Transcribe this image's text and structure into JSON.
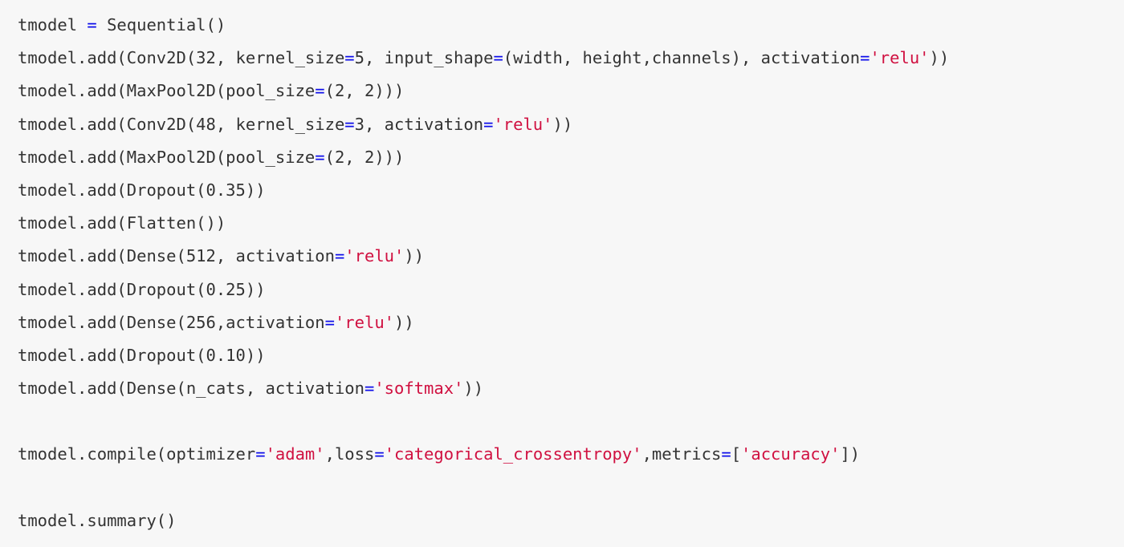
{
  "editor": {
    "language": "python",
    "background_color": "#f7f7f7",
    "text_color": "#333333",
    "operator_color": "#0d0dea",
    "string_color": "#d01040"
  },
  "code": {
    "lines": [
      {
        "index": 1,
        "text": "tmodel = Sequential()",
        "tokens": [
          {
            "t": "tmodel ",
            "k": "plain"
          },
          {
            "t": "=",
            "k": "op"
          },
          {
            "t": " Sequential()",
            "k": "plain"
          }
        ]
      },
      {
        "index": 2,
        "text": "tmodel.add(Conv2D(32, kernel_size=5, input_shape=(width, height,channels), activation='relu'))",
        "tokens": [
          {
            "t": "tmodel.add(Conv2D(32, kernel_size",
            "k": "plain"
          },
          {
            "t": "=",
            "k": "op"
          },
          {
            "t": "5, input_shape",
            "k": "plain"
          },
          {
            "t": "=",
            "k": "op"
          },
          {
            "t": "(width, height,channels), activation",
            "k": "plain"
          },
          {
            "t": "=",
            "k": "op"
          },
          {
            "t": "'relu'",
            "k": "str"
          },
          {
            "t": "))",
            "k": "plain"
          }
        ]
      },
      {
        "index": 3,
        "text": "tmodel.add(MaxPool2D(pool_size=(2, 2)))",
        "tokens": [
          {
            "t": "tmodel.add(MaxPool2D(pool_size",
            "k": "plain"
          },
          {
            "t": "=",
            "k": "op"
          },
          {
            "t": "(2, 2)))",
            "k": "plain"
          }
        ]
      },
      {
        "index": 4,
        "text": "tmodel.add(Conv2D(48, kernel_size=3, activation='relu'))",
        "tokens": [
          {
            "t": "tmodel.add(Conv2D(48, kernel_size",
            "k": "plain"
          },
          {
            "t": "=",
            "k": "op"
          },
          {
            "t": "3, activation",
            "k": "plain"
          },
          {
            "t": "=",
            "k": "op"
          },
          {
            "t": "'relu'",
            "k": "str"
          },
          {
            "t": "))",
            "k": "plain"
          }
        ]
      },
      {
        "index": 5,
        "text": "tmodel.add(MaxPool2D(pool_size=(2, 2)))",
        "tokens": [
          {
            "t": "tmodel.add(MaxPool2D(pool_size",
            "k": "plain"
          },
          {
            "t": "=",
            "k": "op"
          },
          {
            "t": "(2, 2)))",
            "k": "plain"
          }
        ]
      },
      {
        "index": 6,
        "text": "tmodel.add(Dropout(0.35))",
        "tokens": [
          {
            "t": "tmodel.add(Dropout(0.35))",
            "k": "plain"
          }
        ]
      },
      {
        "index": 7,
        "text": "tmodel.add(Flatten())",
        "tokens": [
          {
            "t": "tmodel.add(Flatten())",
            "k": "plain"
          }
        ]
      },
      {
        "index": 8,
        "text": "tmodel.add(Dense(512, activation='relu'))",
        "tokens": [
          {
            "t": "tmodel.add(Dense(512, activation",
            "k": "plain"
          },
          {
            "t": "=",
            "k": "op"
          },
          {
            "t": "'relu'",
            "k": "str"
          },
          {
            "t": "))",
            "k": "plain"
          }
        ]
      },
      {
        "index": 9,
        "text": "tmodel.add(Dropout(0.25))",
        "tokens": [
          {
            "t": "tmodel.add(Dropout(0.25))",
            "k": "plain"
          }
        ]
      },
      {
        "index": 10,
        "text": "tmodel.add(Dense(256,activation='relu'))",
        "tokens": [
          {
            "t": "tmodel.add(Dense(256,activation",
            "k": "plain"
          },
          {
            "t": "=",
            "k": "op"
          },
          {
            "t": "'relu'",
            "k": "str"
          },
          {
            "t": "))",
            "k": "plain"
          }
        ]
      },
      {
        "index": 11,
        "text": "tmodel.add(Dropout(0.10))",
        "tokens": [
          {
            "t": "tmodel.add(Dropout(0.10))",
            "k": "plain"
          }
        ]
      },
      {
        "index": 12,
        "text": "tmodel.add(Dense(n_cats, activation='softmax'))",
        "tokens": [
          {
            "t": "tmodel.add(Dense(n_cats, activation",
            "k": "plain"
          },
          {
            "t": "=",
            "k": "op"
          },
          {
            "t": "'softmax'",
            "k": "str"
          },
          {
            "t": "))",
            "k": "plain"
          }
        ]
      },
      {
        "index": 13,
        "text": "",
        "tokens": []
      },
      {
        "index": 14,
        "text": "tmodel.compile(optimizer='adam',loss='categorical_crossentropy',metrics=['accuracy'])",
        "tokens": [
          {
            "t": "tmodel.compile(optimizer",
            "k": "plain"
          },
          {
            "t": "=",
            "k": "op"
          },
          {
            "t": "'adam'",
            "k": "str"
          },
          {
            "t": ",loss",
            "k": "plain"
          },
          {
            "t": "=",
            "k": "op"
          },
          {
            "t": "'categorical_crossentropy'",
            "k": "str"
          },
          {
            "t": ",metrics",
            "k": "plain"
          },
          {
            "t": "=",
            "k": "op"
          },
          {
            "t": "[",
            "k": "plain"
          },
          {
            "t": "'accuracy'",
            "k": "str"
          },
          {
            "t": "])",
            "k": "plain"
          }
        ]
      },
      {
        "index": 15,
        "text": "",
        "tokens": []
      },
      {
        "index": 16,
        "text": "tmodel.summary()",
        "tokens": [
          {
            "t": "tmodel.summary()",
            "k": "plain"
          }
        ]
      }
    ]
  }
}
